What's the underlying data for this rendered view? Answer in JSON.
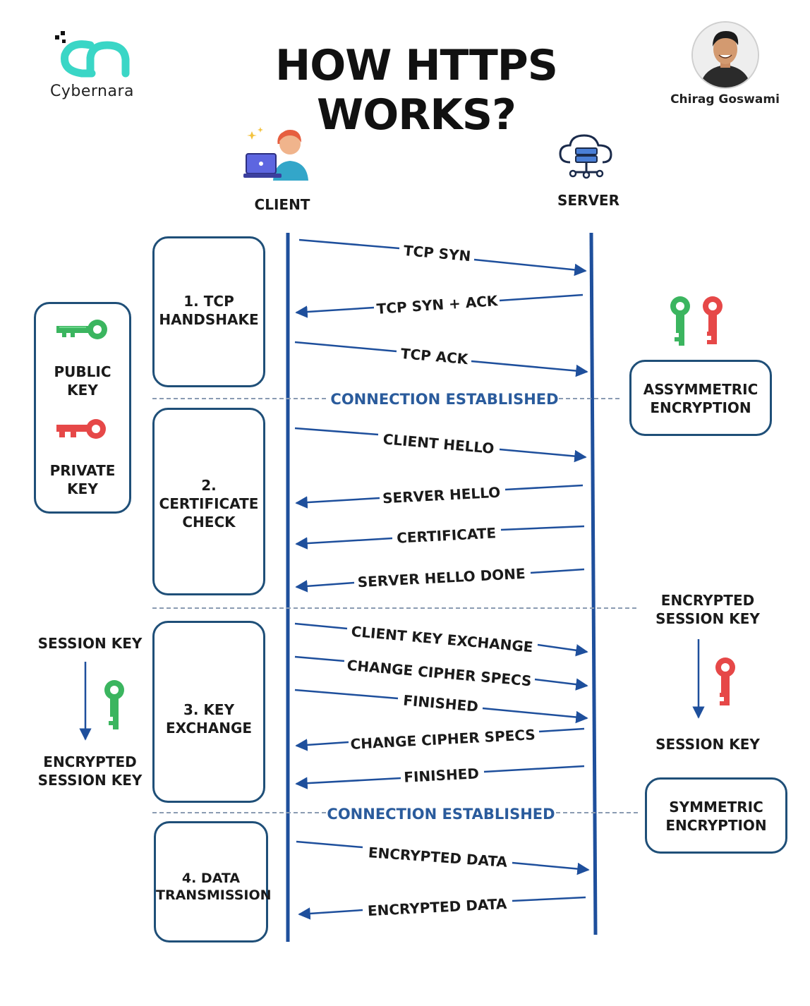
{
  "header": {
    "brand": "Cybernara",
    "title": "HOW HTTPS WORKS?",
    "author": "Chirag Goswami"
  },
  "actors": {
    "client": "CLIENT",
    "server": "SERVER"
  },
  "legend": {
    "public_key": [
      "PUBLIC",
      "KEY"
    ],
    "private_key": [
      "PRIVATE",
      "KEY"
    ]
  },
  "phases": [
    {
      "lines": [
        "1. TCP",
        "HANDSHAKE"
      ]
    },
    {
      "lines": [
        "2.",
        "CERTIFICATE",
        "CHECK"
      ]
    },
    {
      "lines": [
        "3. KEY",
        "EXCHANGE"
      ]
    },
    {
      "lines": [
        "4. DATA",
        "TRANSMISSION"
      ]
    }
  ],
  "separators": {
    "connection_1": "CONNECTION ESTABLISHED",
    "connection_2": "CONNECTION ESTABLISHED"
  },
  "messages": [
    {
      "label": "TCP SYN",
      "dir": "to-server"
    },
    {
      "label": "TCP SYN + ACK",
      "dir": "to-client"
    },
    {
      "label": "TCP ACK",
      "dir": "to-server"
    },
    {
      "label": "CLIENT HELLO",
      "dir": "to-server"
    },
    {
      "label": "SERVER HELLO",
      "dir": "to-client"
    },
    {
      "label": "CERTIFICATE",
      "dir": "to-client"
    },
    {
      "label": "SERVER HELLO DONE",
      "dir": "to-client"
    },
    {
      "label": "CLIENT KEY EXCHANGE",
      "dir": "to-server"
    },
    {
      "label": "CHANGE CIPHER SPECS",
      "dir": "to-server"
    },
    {
      "label": "FINISHED",
      "dir": "to-server"
    },
    {
      "label": "CHANGE CIPHER SPECS",
      "dir": "to-client"
    },
    {
      "label": "FINISHED",
      "dir": "to-client"
    },
    {
      "label": "ENCRYPTED DATA",
      "dir": "to-server"
    },
    {
      "label": "ENCRYPTED DATA",
      "dir": "to-client"
    }
  ],
  "right_side": {
    "asymmetric": [
      "ASSYMMETRIC",
      "ENCRYPTION"
    ],
    "encrypted_session_key": [
      "ENCRYPTED",
      "SESSION KEY"
    ],
    "session_key": "SESSION KEY",
    "symmetric": [
      "SYMMETRIC",
      "ENCRYPTION"
    ]
  },
  "left_side": {
    "session_key": "SESSION KEY",
    "encrypted_session_key": [
      "ENCRYPTED",
      "SESSION KEY"
    ]
  },
  "colors": {
    "lifeline": "#1e4f9c",
    "box_border": "#1f4f78",
    "separator_text": "#2a5b9c",
    "public_key": "#3bb55f",
    "private_key": "#e64848",
    "logo": "#3ad6c6"
  }
}
